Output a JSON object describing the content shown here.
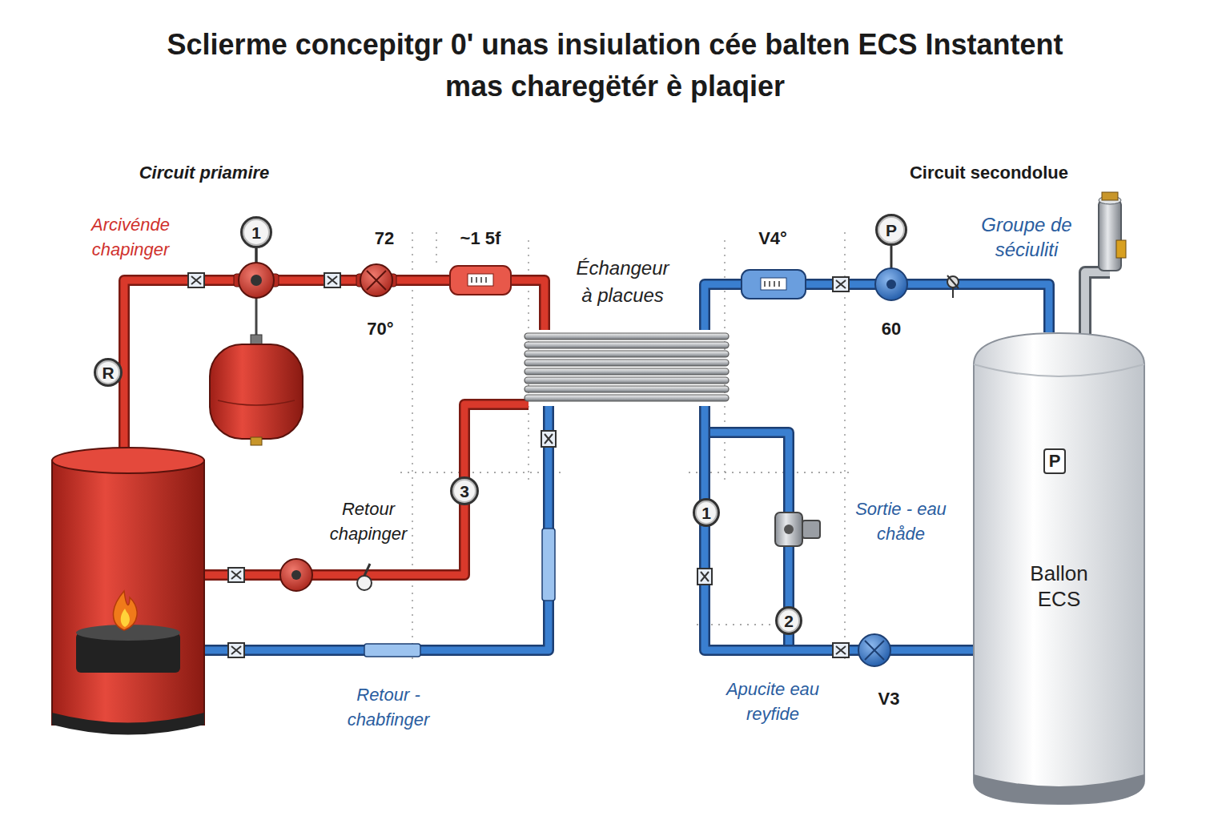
{
  "diagram": {
    "title": "Sclierme concepitgr 0' unas insiulation cée balten ECS Instantent mas charegëtér è plaqier",
    "nodes": [
      {
        "text": [
          "1"
        ]
      },
      {
        "text": [
          "P"
        ]
      },
      {
        "text": [
          "Échangeur à placues"
        ]
      },
      {
        "text": [
          "P",
          "Ballon ECS"
        ]
      },
      {
        "text": [
          "R"
        ]
      },
      {
        "text": [
          "3"
        ]
      },
      {
        "text": [
          "1"
        ]
      },
      {
        "text": [
          "2"
        ]
      }
    ],
    "edges": [
      {
        "from": 2,
        "to": 3,
        "arrow": "none"
      },
      {
        "from": 2,
        "to": 3,
        "arrow": "none"
      }
    ],
    "labels": [
      "Circuit priamire",
      "Circuit secondolue",
      "Arcivénde chapinger",
      "72",
      "~1 5f",
      "V4°",
      "Groupe de séciuliti",
      "70°",
      "60",
      "Retour chapinger",
      "Sortie - eau chåde",
      "Retour - chabfinger",
      "Apucite eau reyfide",
      "V3"
    ]
  }
}
